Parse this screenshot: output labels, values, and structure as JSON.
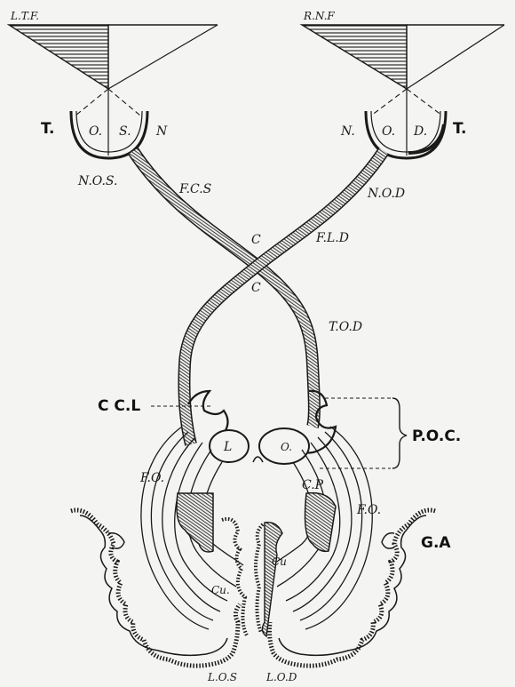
{
  "labels": {
    "ltf": "L.T.F.",
    "rnf": "R.N.F",
    "t_left": "T.",
    "os_o": "O.",
    "os_s": "S.",
    "n_left": "N",
    "n_right": "N.",
    "od_o": "O.",
    "od_d": "D.",
    "t_right": "T.",
    "nos": "N.O.S.",
    "fcs": "F.C.S",
    "nod": "N.O.D",
    "c_upper": "C",
    "fld": "F.L.D",
    "c_lower": "C",
    "tod": "T.O.D",
    "ccl": "C C.L",
    "poc": "P.O.C.",
    "l_small": "L",
    "o_small": "O.",
    "fo_left": "F.O.",
    "cp": "C.P",
    "fo_right": "F.O.",
    "ga": "G.A",
    "cu_left": "Cu.",
    "cu_right": "Cu",
    "los": "L.O.S",
    "lod": "L.O.D"
  },
  "colors": {
    "ink": "#1a1a1a",
    "paper": "#f4f4f2"
  }
}
